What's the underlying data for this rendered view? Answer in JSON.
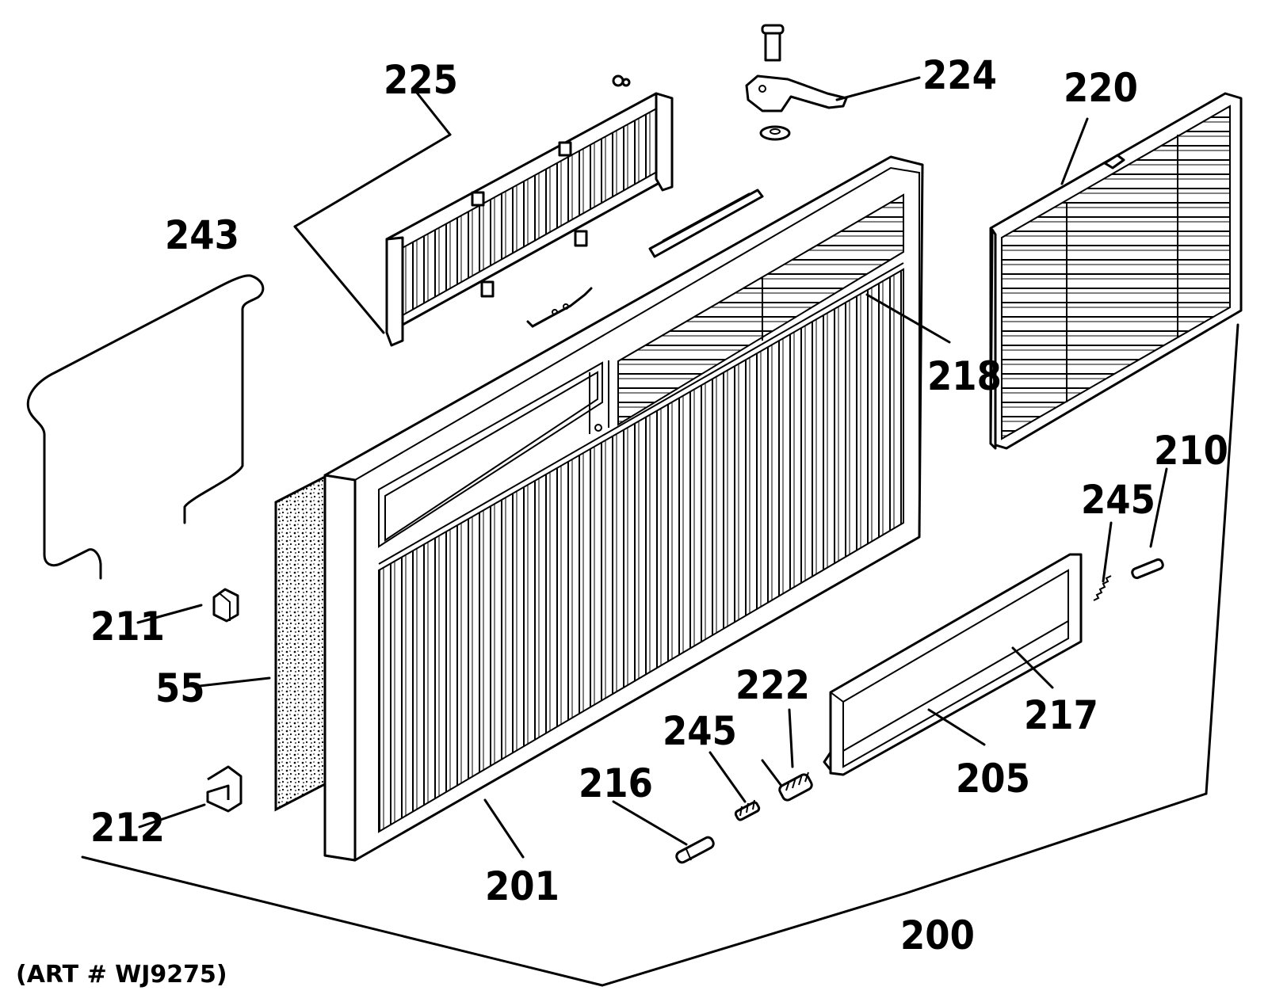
{
  "art_number": "(ART # WJ9275)",
  "labels": {
    "p225": "225",
    "p224": "224",
    "p220": "220",
    "p243": "243",
    "p218": "218",
    "p210": "210",
    "p245a": "245",
    "p211": "211",
    "p55": "55",
    "p222": "222",
    "p245b": "245",
    "p217": "217",
    "p216": "216",
    "p205": "205",
    "p212": "212",
    "p201": "201",
    "p200": "200"
  }
}
